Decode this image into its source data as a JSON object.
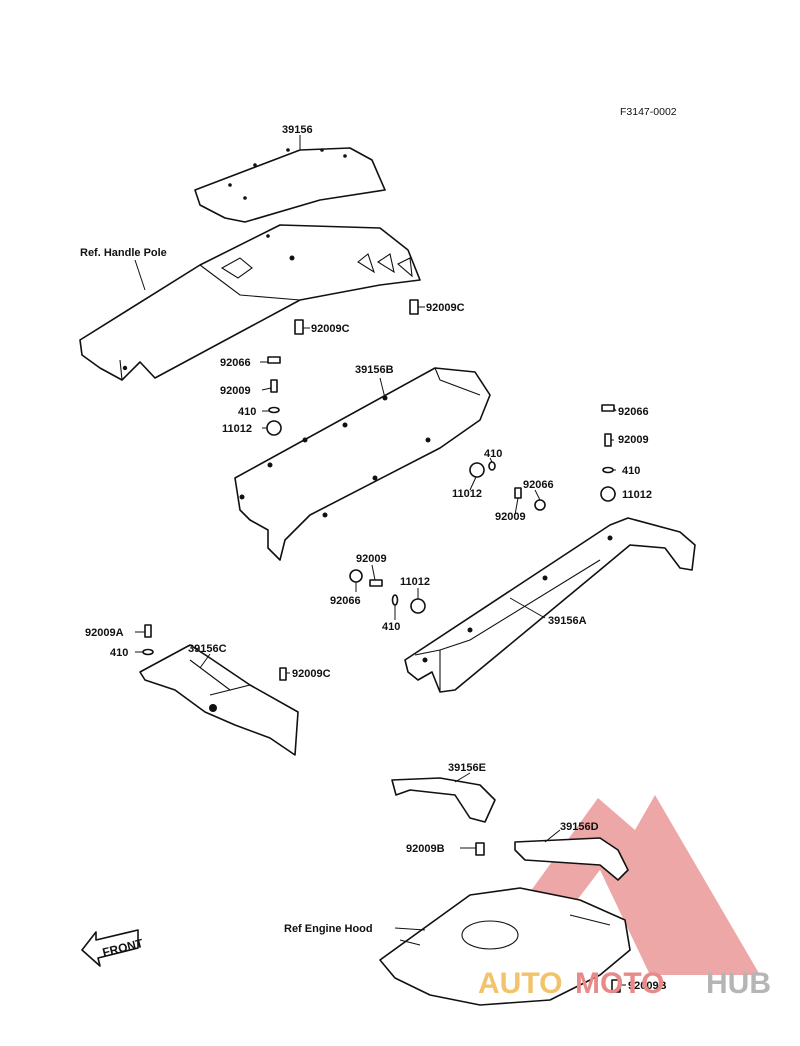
{
  "figure_code": "F3147-0002",
  "parts": [
    {
      "id": "p1",
      "text": "39156"
    },
    {
      "id": "p2",
      "text": "Ref. Handle Pole"
    },
    {
      "id": "p3",
      "text": "92009C"
    },
    {
      "id": "p4",
      "text": "92009C"
    },
    {
      "id": "p5",
      "text": "92066"
    },
    {
      "id": "p6",
      "text": "92009"
    },
    {
      "id": "p7",
      "text": "410"
    },
    {
      "id": "p8",
      "text": "11012"
    },
    {
      "id": "p9",
      "text": "39156B"
    },
    {
      "id": "p10",
      "text": "410"
    },
    {
      "id": "p11",
      "text": "11012"
    },
    {
      "id": "p12",
      "text": "92066"
    },
    {
      "id": "p13",
      "text": "92009"
    },
    {
      "id": "p14",
      "text": "92066"
    },
    {
      "id": "p15",
      "text": "92009"
    },
    {
      "id": "p16",
      "text": "410"
    },
    {
      "id": "p17",
      "text": "11012"
    },
    {
      "id": "p18",
      "text": "92009"
    },
    {
      "id": "p19",
      "text": "11012"
    },
    {
      "id": "p20",
      "text": "92066"
    },
    {
      "id": "p21",
      "text": "410"
    },
    {
      "id": "p22",
      "text": "39156A"
    },
    {
      "id": "p23",
      "text": "92009A"
    },
    {
      "id": "p24",
      "text": "410"
    },
    {
      "id": "p25",
      "text": "39156C"
    },
    {
      "id": "p26",
      "text": "92009C"
    },
    {
      "id": "p27",
      "text": "39156E"
    },
    {
      "id": "p28",
      "text": "39156D"
    },
    {
      "id": "p29",
      "text": "92009B"
    },
    {
      "id": "p30",
      "text": "Ref Engine Hood"
    },
    {
      "id": "p31",
      "text": "92009B"
    }
  ],
  "front_label": "FRONT",
  "watermark": {
    "part1": "AUTO",
    "part2": "MOTO",
    "part3": "HUB"
  },
  "colors": {
    "line": "#111111",
    "background": "#ffffff",
    "watermark_red": "#e88a8a",
    "watermark_yellow": "#f2c36a",
    "watermark_gray": "#b5b5b5"
  }
}
